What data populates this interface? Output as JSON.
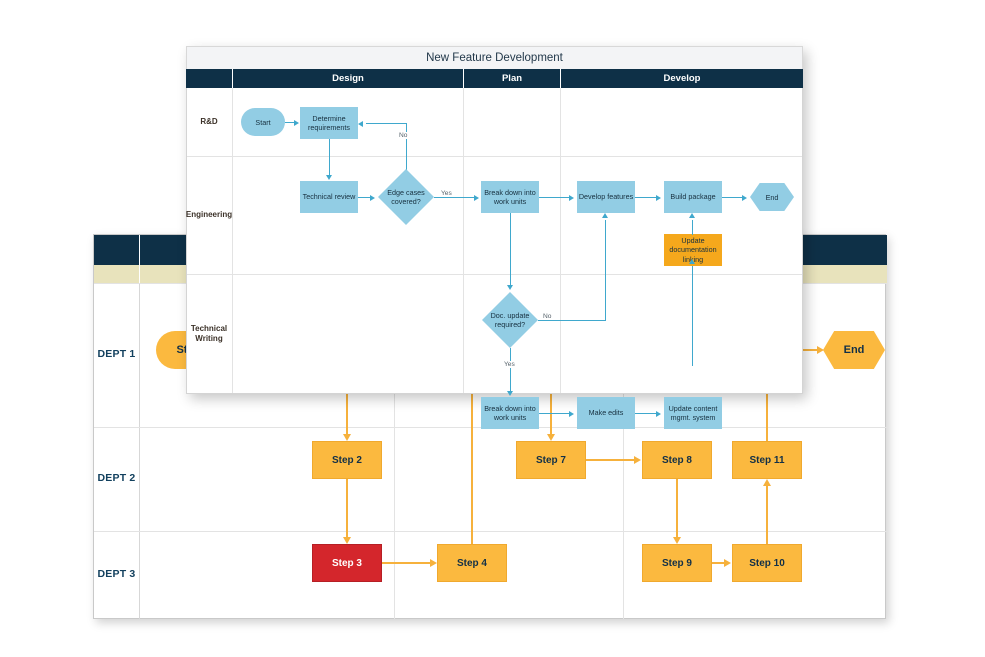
{
  "back_diagram": {
    "name": "department-swimlane-flowchart",
    "lanes": [
      "DEPT 1",
      "DEPT 2",
      "DEPT 3"
    ],
    "start_label": "Start",
    "end_label": "End",
    "steps": [
      {
        "id": "step2",
        "label": "Step 2",
        "lane": "DEPT 2",
        "state": "normal"
      },
      {
        "id": "step3",
        "label": "Step 3",
        "lane": "DEPT 3",
        "state": "danger"
      },
      {
        "id": "step4",
        "label": "Step 4",
        "lane": "DEPT 3",
        "state": "normal"
      },
      {
        "id": "step7",
        "label": "Step 7",
        "lane": "DEPT 2",
        "state": "normal"
      },
      {
        "id": "step8",
        "label": "Step 8",
        "lane": "DEPT 2",
        "state": "normal"
      },
      {
        "id": "step9",
        "label": "Step 9",
        "lane": "DEPT 3",
        "state": "normal"
      },
      {
        "id": "step10",
        "label": "Step 10",
        "lane": "DEPT 3",
        "state": "normal"
      },
      {
        "id": "step11",
        "label": "Step 11",
        "lane": "DEPT 2",
        "state": "normal"
      }
    ],
    "colors": {
      "header_band": "#0e3047",
      "subheader_band": "#e8e3bc",
      "step_fill": "#fbb93f",
      "step_border": "#f0a92e",
      "danger_fill": "#d4262c",
      "connector": "#f6b13c",
      "label_text": "#12405e"
    }
  },
  "front_diagram": {
    "name": "new-feature-development-flowchart",
    "title": "New Feature Development",
    "phases": [
      "Design",
      "Plan",
      "Develop"
    ],
    "lanes": [
      "R&D",
      "Engineering",
      "Technical Writing"
    ],
    "nodes": [
      {
        "id": "start",
        "label": "Start",
        "shape": "terminator",
        "lane": "R&D",
        "phase": "Design",
        "fill": "blue"
      },
      {
        "id": "determine",
        "label": "Determine requirements",
        "shape": "process",
        "lane": "R&D",
        "phase": "Design",
        "fill": "blue"
      },
      {
        "id": "techreview",
        "label": "Technical review",
        "shape": "process",
        "lane": "Engineering",
        "phase": "Design",
        "fill": "blue"
      },
      {
        "id": "edgecases",
        "label": "Edge cases covered?",
        "shape": "decision",
        "lane": "Engineering",
        "phase": "Design",
        "fill": "blue"
      },
      {
        "id": "breakdown1",
        "label": "Break down into work units",
        "shape": "process",
        "lane": "Engineering",
        "phase": "Plan",
        "fill": "blue"
      },
      {
        "id": "develop",
        "label": "Develop features",
        "shape": "process",
        "lane": "Engineering",
        "phase": "Develop",
        "fill": "blue"
      },
      {
        "id": "buildpkg",
        "label": "Build package",
        "shape": "process",
        "lane": "Engineering",
        "phase": "Develop",
        "fill": "blue"
      },
      {
        "id": "end",
        "label": "End",
        "shape": "terminator",
        "lane": "Engineering",
        "phase": "Develop",
        "fill": "blue"
      },
      {
        "id": "updatedoc",
        "label": "Update documentation linking",
        "shape": "process",
        "lane": "Engineering",
        "phase": "Develop",
        "fill": "orange"
      },
      {
        "id": "docupdate",
        "label": "Doc. update required?",
        "shape": "decision",
        "lane": "Technical Writing",
        "phase": "Plan",
        "fill": "blue"
      },
      {
        "id": "breakdown2",
        "label": "Break down into work units",
        "shape": "process",
        "lane": "Technical Writing",
        "phase": "Plan",
        "fill": "blue"
      },
      {
        "id": "makeedits",
        "label": "Make edits",
        "shape": "process",
        "lane": "Technical Writing",
        "phase": "Develop",
        "fill": "blue"
      },
      {
        "id": "updatecms",
        "label": "Update content mgmt. system",
        "shape": "process",
        "lane": "Technical Writing",
        "phase": "Develop",
        "fill": "blue"
      }
    ],
    "edge_labels": {
      "edgecases_no": "No",
      "edgecases_yes": "Yes",
      "docupdate_no": "No",
      "docupdate_yes": "Yes"
    },
    "colors": {
      "header_band": "#0e3047",
      "title_band": "#f3f4f6",
      "node_fill": "#92cde4",
      "node_warn_fill": "#f5a81c",
      "connector": "#3fa8cd",
      "title_text": "#22384a"
    }
  }
}
